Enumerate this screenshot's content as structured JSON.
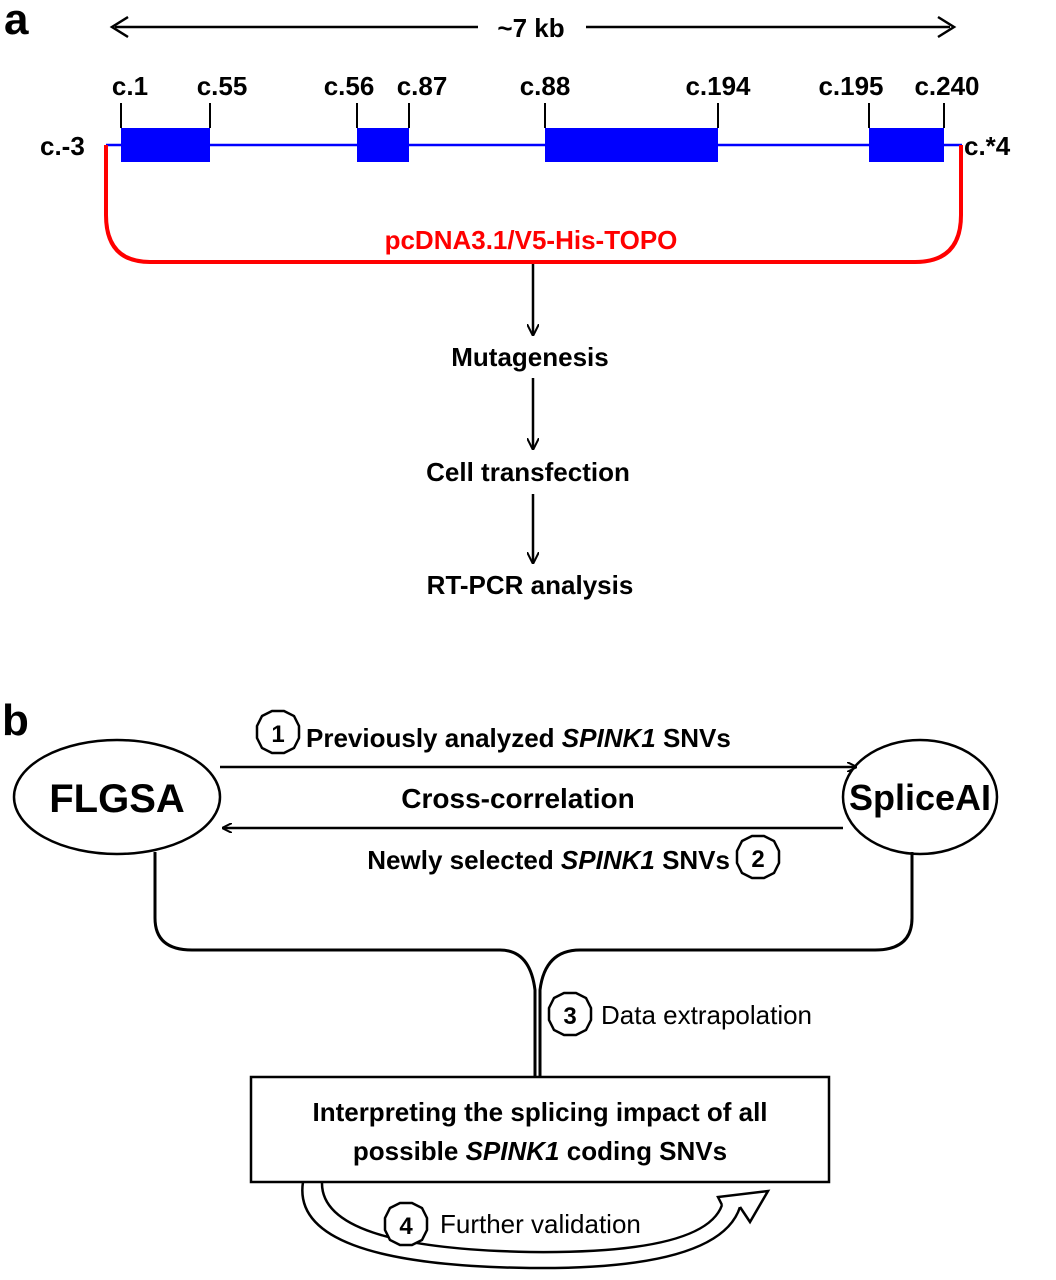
{
  "panel_a": {
    "letter": "a",
    "span_label": "~7 kb",
    "start_label": "c.-3",
    "end_label": "c.*4",
    "exons": [
      {
        "start": "c.1",
        "end": "c.55"
      },
      {
        "start": "c.56",
        "end": "c.87"
      },
      {
        "start": "c.88",
        "end": "c.194"
      },
      {
        "start": "c.195",
        "end": "c.240"
      }
    ],
    "vector_label": "pcDNA3.1/V5-His-TOPO",
    "steps": [
      "Mutagenesis",
      "Cell transfection",
      "RT-PCR analysis"
    ],
    "colors": {
      "exon": "#0000ff",
      "intron": "#0000ff",
      "vector": "#ff0000"
    }
  },
  "panel_b": {
    "letter": "b",
    "left_node": "FLGSA",
    "right_node": "SpliceAI",
    "center_label": "Cross-correlation",
    "step1": {
      "num": "1",
      "pre": "Previously analyzed ",
      "gene": "SPINK1",
      "post": " SNVs"
    },
    "step2": {
      "num": "2",
      "pre": "Newly selected ",
      "gene": "SPINK1",
      "post": " SNVs"
    },
    "step3": {
      "num": "3",
      "text": "Data extrapolation"
    },
    "box": {
      "line1": "Interpreting the splicing impact of all",
      "line2_pre": "possible ",
      "gene": "SPINK1",
      "line2_post": " coding SNVs"
    },
    "step4": {
      "num": "4",
      "text": "Further validation"
    }
  }
}
